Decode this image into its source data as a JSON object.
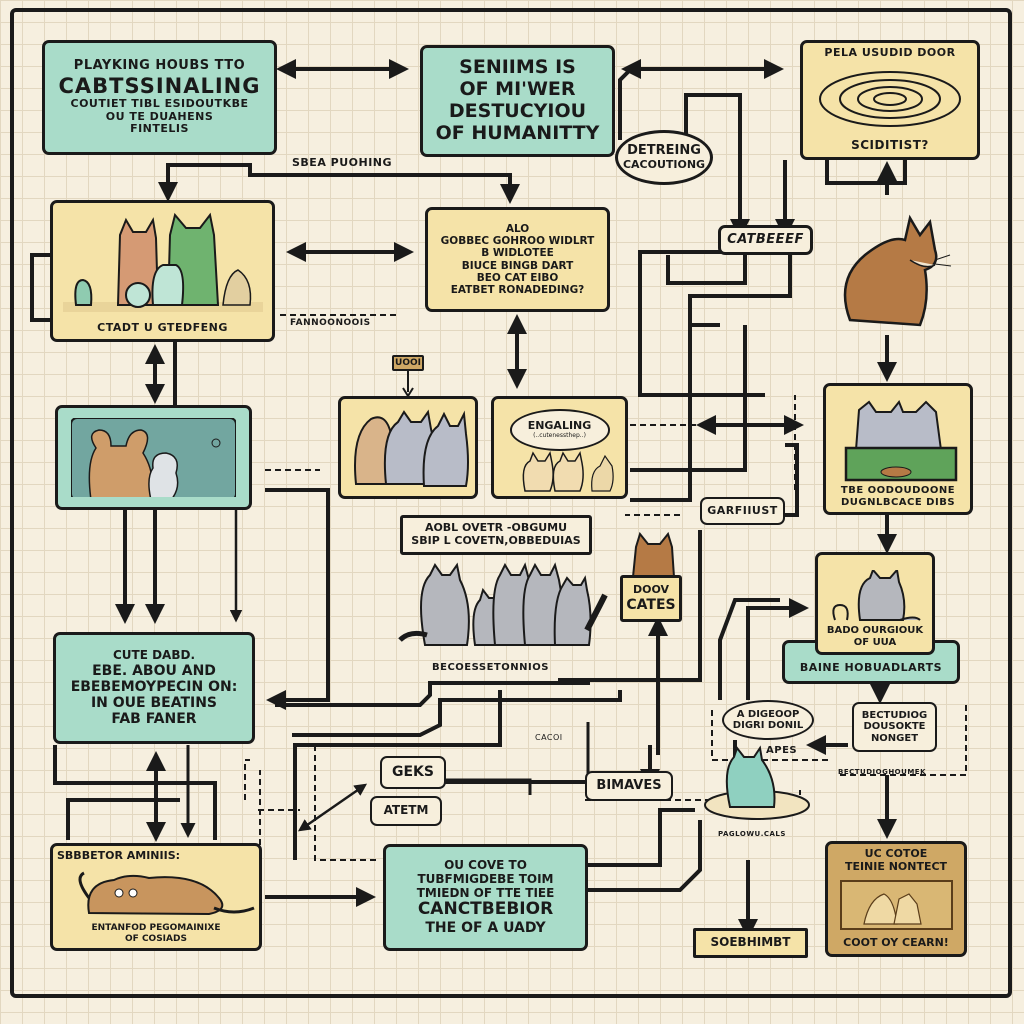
{
  "diagram": {
    "boxes": {
      "top_left": {
        "line1": "PLAYKING HOUBS TTO",
        "line2": "CABTSSINALING",
        "line3": "COUTIET TIBL ESIDOUTKBE",
        "line4": "OU TE DUAHENS",
        "line5": "FINTELIS"
      },
      "top_center": {
        "line1": "SENIIMS IS",
        "line2": "OF MI'WER",
        "line3": "DESTUCYIOU",
        "line4": "OF HUMANITTY"
      },
      "top_right": {
        "header": "PELA USUDID DOOR",
        "footer": "SCIDITIST?"
      },
      "cats_group": {
        "caption": "CTADT U GTEDFENG"
      },
      "center_question": {
        "line1": "ALO",
        "line2": "GOBBEC GOHROO WIDLRT",
        "line3": "B WIDLOTEE",
        "line4": "BIUCE BINGB DART",
        "line5": "BEO CAT EIBO",
        "line6": "EATBET RONADEDING?"
      },
      "litter_box": {
        "line1": "TBE OODOUDOONE",
        "line2": "DUGNLBCACE DIBS"
      },
      "middle_teal": {
        "line1": "CUTE DABD.",
        "line2": "EBE. ABOU AND",
        "line3": "EBEBEMOYPECIN ON:",
        "line4": "IN OUE BEATINS",
        "line5": "FAB FANER"
      },
      "cat_row_header": {
        "line1": "AOBL OVETR -OBGUMU",
        "line2": "SBIP L COVETN,OBBEDUIAS"
      },
      "doov_cates": {
        "line1": "DOOV",
        "line2": "CATES"
      },
      "grey_cat_box": {
        "line1": "BADO OURGIOUK",
        "line2": "OF UUA"
      },
      "banner": {
        "label": "BAINE HOBUADLARTS"
      },
      "right_small": {
        "line1": "BECTUDIOG",
        "line2": "DOUSOKTE",
        "line3": "NONGET"
      },
      "bottom_left": {
        "header": "SBBBETOR AMINIIS:",
        "footer1": "ENTANFOD PEGOMAINIXE",
        "footer2": "OF COSIADS"
      },
      "bottom_center": {
        "line1": "OU COVE TO",
        "line2": "TUBFMIGDEBE TOIM",
        "line3": "TMIEDN OF TTE TIEE",
        "line4": "CANCTBEBIOR",
        "line5": "THE OF A UADY"
      },
      "bottom_right": {
        "line1": "UC COTOE",
        "line2": "TEINIE NONTECT",
        "footer": "COOT OY CEARN!"
      }
    },
    "tags": {
      "catbeeef": "CATBEEEF",
      "garfiiust": "GARFIIUST",
      "geks": "GEKS",
      "atetm": "ATETM",
      "bimaves": "BIMAVES",
      "soebhimbt": "SOEBHIMBT",
      "small_sign": "UOOI"
    },
    "bubbles": {
      "detreing": {
        "line1": "DETREING",
        "line2": "CACOUTIONG"
      },
      "engaging": {
        "line1": "ENGALING",
        "line2": "(..cutenessthep..)"
      },
      "digeooop": {
        "line1": "A DIGEOOP",
        "line2": "DIGRI DONIL"
      }
    },
    "labels": {
      "sbea_puohing": "SBEA PUOHING",
      "fannoonoos": "FANNOONOOIS",
      "bscoesseton": "BECOESSETONNIOS",
      "cacoi": "CACOI",
      "apes": "APES",
      "pointer_caption": "PAGLOWU.CALS",
      "dotted_caption": "BECTUDIOGHOUMEK"
    },
    "colors": {
      "paper": "#f6efdf",
      "grid": "#e2d7c0",
      "ink": "#1a1a1a",
      "teal": "#a9dcc9",
      "yellow": "#f5e3a8",
      "tan": "#cfa865",
      "green": "#5fa35a"
    }
  }
}
